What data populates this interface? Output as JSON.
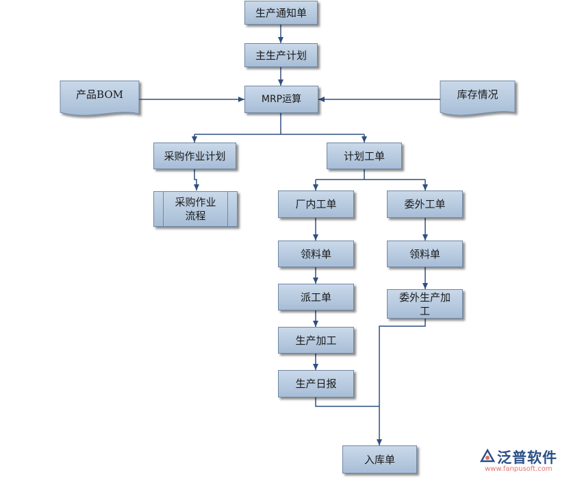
{
  "nodes": {
    "production_notice": "生产通知单",
    "master_schedule": "主生产计划",
    "mrp": "MRP运算",
    "product_bom": "产品BOM",
    "inventory": "库存情况",
    "purchase_plan": "采购作业计划",
    "purchase_flow": "采购作业流程",
    "plan_work_order": "计划工单",
    "inhouse_work_order": "厂内工单",
    "outsource_work_order": "委外工单",
    "requisition_in": "领料单",
    "requisition_out": "领料单",
    "dispatch": "派工单",
    "outsource_process": "委外生产加工",
    "production_process": "生产加工",
    "daily_report": "生产日报",
    "warehouse_entry": "入库单"
  },
  "watermark": {
    "name": "泛普软件",
    "url": "www.fanpusoft.com"
  },
  "colors": {
    "box_fill": "#b9cce2",
    "line": "#2f4f7f"
  }
}
